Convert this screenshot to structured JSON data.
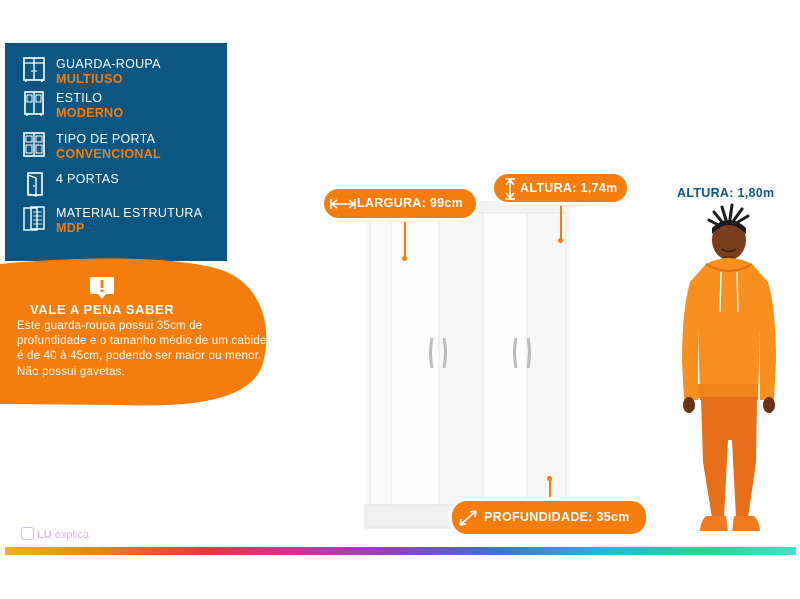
{
  "specs": [
    {
      "label": "GUARDA-ROUPA",
      "value": "MULTIUSO",
      "icon": "wardrobe-icon"
    },
    {
      "label": "ESTILO",
      "value": "MODERNO",
      "icon": "cabinet-style-icon"
    },
    {
      "label": "TIPO DE PORTA",
      "value": "CONVENCIONAL",
      "icon": "door-type-icon"
    },
    {
      "label": "4 PORTAS",
      "value": "",
      "icon": "door-icon"
    },
    {
      "label": "MATERIAL ESTRUTURA",
      "value": "MDP",
      "icon": "material-icon"
    }
  ],
  "tip": {
    "title": "VALE A PENA SABER",
    "text": "Este guarda-roupa possui 35cm de profundidade e o tamanho médio de um cabide é de 40 à 45cm, podendo ser maior ou menor. Não possui gavetas."
  },
  "dimensions": {
    "largura": "LARGURA: 99cm",
    "altura": "ALTURA: 1,74m",
    "profundidade": "PROFUNDIDADE: 35cm",
    "person_height": "ALTURA: 1,80m"
  },
  "logo": {
    "brand": "LU",
    "text": "explica"
  },
  "colors": {
    "navy": "#0c5781",
    "orange": "#f47d0e",
    "white": "#ffffff"
  }
}
